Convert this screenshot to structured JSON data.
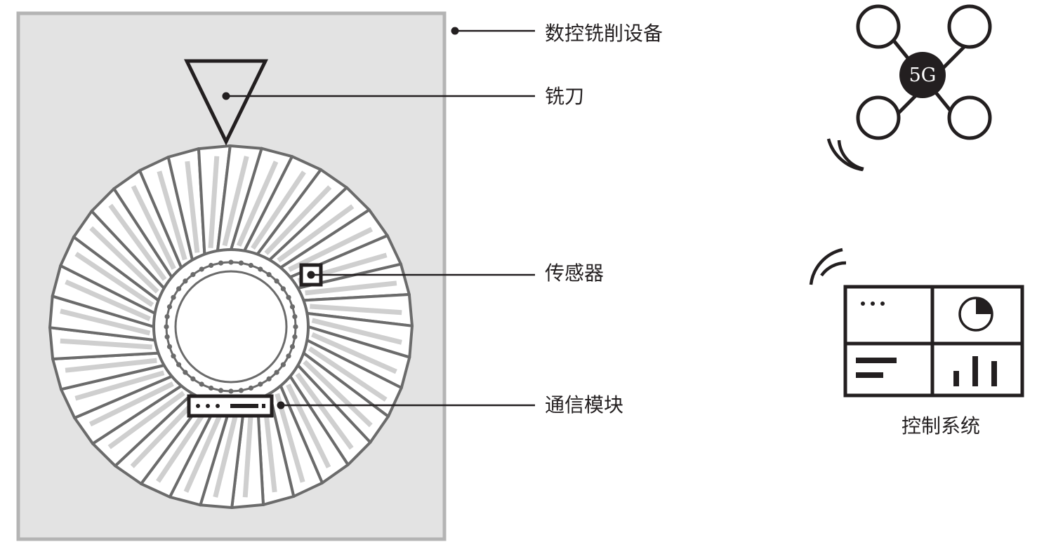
{
  "labels": {
    "machine": "数控铣削设备",
    "cutter": "铣刀",
    "sensor": "传感器",
    "comm_module": "通信模块",
    "control_system": "控制系统",
    "network": "5G"
  },
  "colors": {
    "ink": "#231f20",
    "machine_fill": "#e3e3e3",
    "machine_border": "#b4b4b4",
    "blade_stroke": "#6b6b6b",
    "blade_shadow": "#cfcfcf"
  },
  "icons": {
    "drone": "drone-icon",
    "wifi": "wifi-signal-icon",
    "dashboard": "dashboard-icon",
    "pie": "pie-chart-icon",
    "bars": "bar-chart-icon"
  },
  "disc": {
    "blade_count": 36,
    "bead_count": 40
  }
}
